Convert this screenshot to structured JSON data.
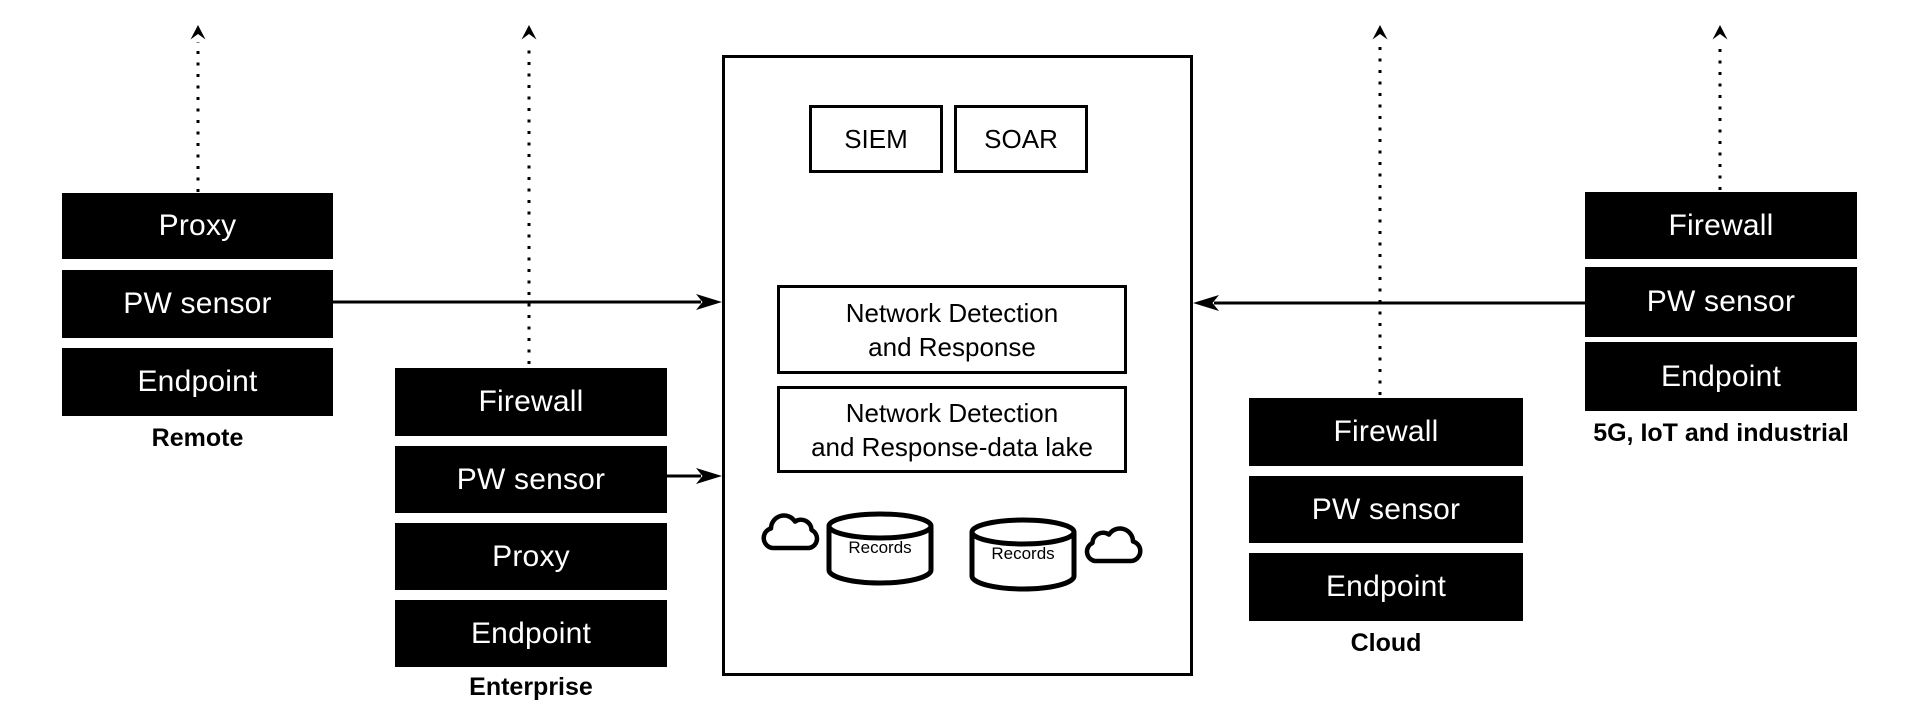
{
  "diagram": {
    "colors": {
      "node_fill": "#000000",
      "node_text": "#ffffff",
      "line": "#000000",
      "background": "#ffffff"
    },
    "groups": [
      {
        "id": "remote",
        "label": "Remote",
        "items": [
          "Proxy",
          "PW sensor",
          "Endpoint"
        ]
      },
      {
        "id": "enterprise",
        "label": "Enterprise",
        "items": [
          "Firewall",
          "PW sensor",
          "Proxy",
          "Endpoint"
        ]
      },
      {
        "id": "cloud",
        "label": "Cloud",
        "items": [
          "Firewall",
          "PW sensor",
          "Endpoint"
        ]
      },
      {
        "id": "5g-iot-industrial",
        "label": "5G, IoT and industrial",
        "items": [
          "Firewall",
          "PW sensor",
          "Endpoint"
        ]
      }
    ],
    "center": {
      "siem_label": "SIEM",
      "soar_label": "SOAR",
      "ndr_lines": [
        "Network Detection",
        "and Response"
      ],
      "ndr_data_lake_lines": [
        "Network Detection",
        "and Response-data lake"
      ],
      "records_labels": [
        "Records",
        "Records"
      ]
    },
    "icons": {
      "cloud": "cloud-outline",
      "records_store": "database-cylinder",
      "dotted_arrow": "upward-dotted-arrow",
      "solid_arrow": "horizontal-arrow"
    }
  }
}
